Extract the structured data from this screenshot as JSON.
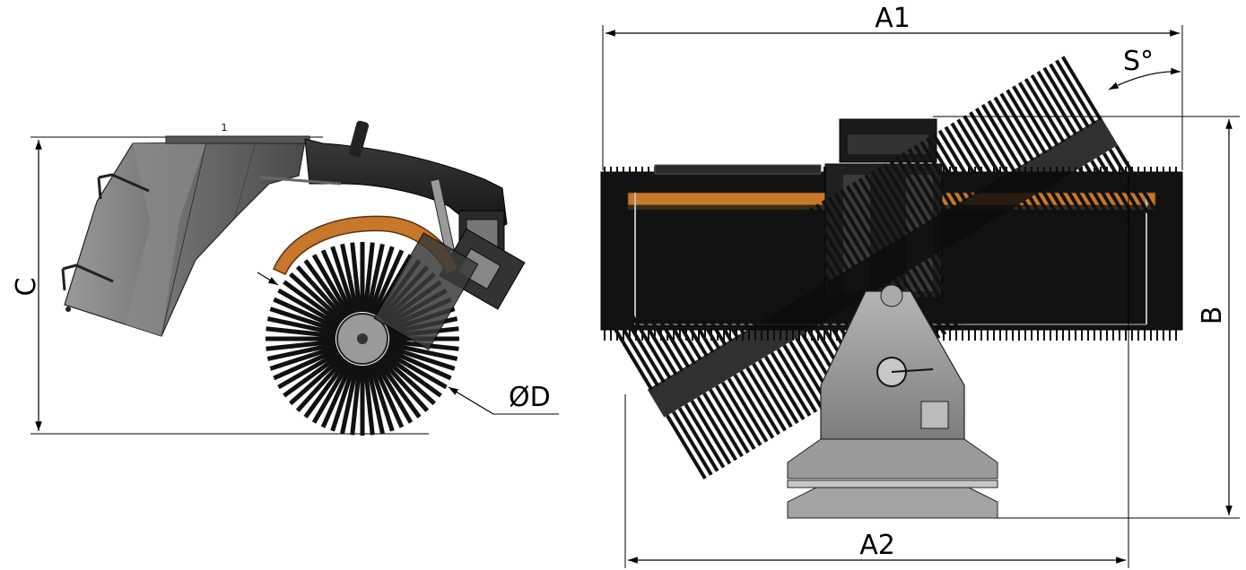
{
  "side_view": {
    "height_label": "C",
    "diameter_label": "ØD",
    "tag_label": "1"
  },
  "top_view": {
    "overall_width_label": "A1",
    "angled_width_label": "A2",
    "depth_label": "B",
    "angle_label": "S°"
  },
  "colors": {
    "steel_dark": "#1c1c1c",
    "steel_grey": "#8a8a8a",
    "guard_orange": "#c8782a",
    "bristle": "#111111"
  },
  "icons": [
    "dimension-arrow-icon"
  ]
}
